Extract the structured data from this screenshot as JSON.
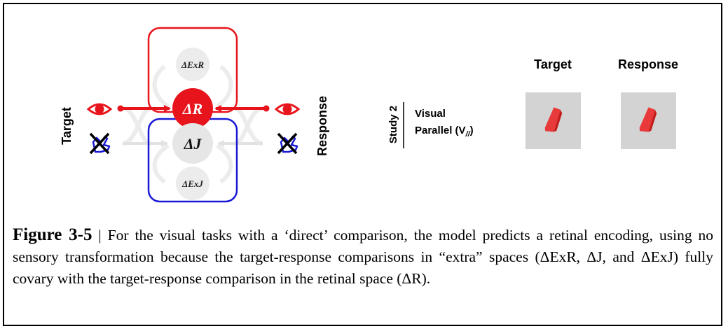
{
  "diagram": {
    "left_label": "Target",
    "right_label": "Response",
    "nodes": {
      "exr": "ΔExR",
      "r": "ΔR",
      "j": "ΔJ",
      "exj": "ΔExJ"
    },
    "study": "Study 2",
    "condition_line1": "Visual",
    "condition_line2": "Parallel (V//)",
    "col_target": "Target",
    "col_response": "Response",
    "colors": {
      "red": "#e8141c",
      "blue": "#1a1ad6",
      "gray_node": "#e6e6e6",
      "gray_tile": "#d0d0d0"
    }
  },
  "caption": {
    "label": "Figure 3-5",
    "separator": " | ",
    "text": "For the visual tasks with a ‘direct’ comparison, the model predicts a retinal encoding, using no sensory transformation because the target-response comparisons in “extra” spaces (ΔExR, ΔJ, and ΔExJ) fully covary with the target-response comparison in the retinal space (ΔR)."
  }
}
